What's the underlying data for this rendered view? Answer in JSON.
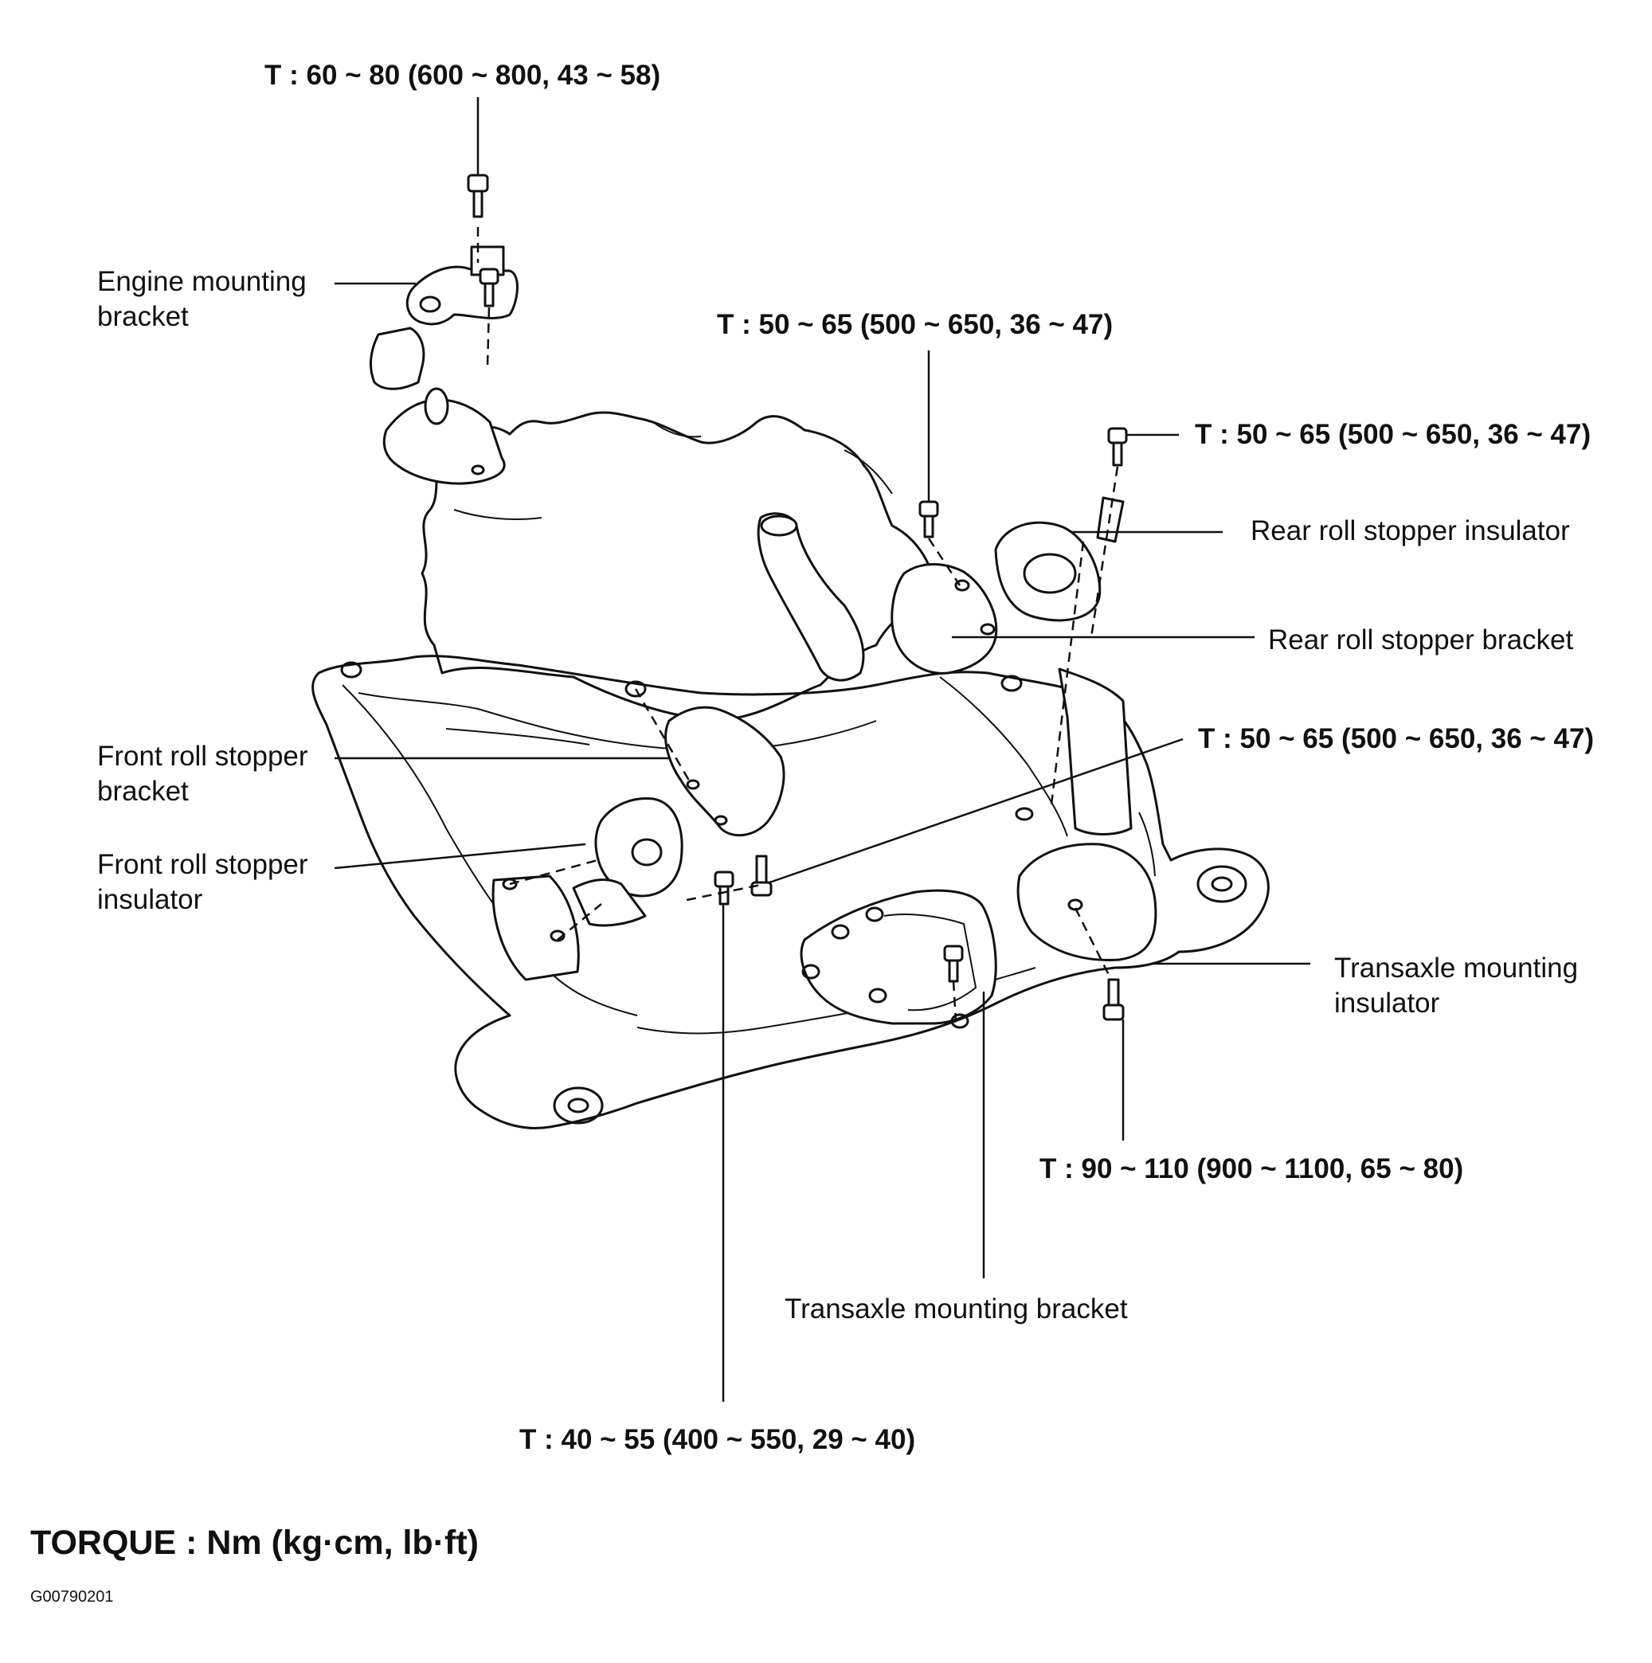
{
  "torque_specs": {
    "engine_mount_bolt": "T : 60 ~ 80 (600 ~ 800, 43 ~ 58)",
    "rear_roll_stopper_bracket_bolt": "T : 50 ~ 65 (500 ~ 650, 36 ~ 47)",
    "rear_roll_stopper_insulator_bolt": "T : 50 ~ 65 (500 ~ 650, 36 ~ 47)",
    "front_roll_stopper_bracket_bolt": "T : 50 ~ 65 (500 ~ 650, 36 ~ 47)",
    "transaxle_insulator_bolt": "T : 90 ~ 110 (900 ~ 1100, 65 ~ 80)",
    "front_roll_stopper_insulator_bolt": "T : 40 ~ 55 (400 ~ 550, 29 ~ 40)"
  },
  "parts": {
    "engine_mounting_bracket": [
      "Engine mounting",
      "bracket"
    ],
    "rear_roll_stopper_insulator": "Rear roll stopper insulator",
    "rear_roll_stopper_bracket": "Rear roll stopper bracket",
    "front_roll_stopper_bracket": [
      "Front roll stopper",
      "bracket"
    ],
    "front_roll_stopper_insulator": [
      "Front roll stopper",
      "insulator"
    ],
    "transaxle_mounting_insulator": [
      "Transaxle mounting",
      "insulator"
    ],
    "transaxle_mounting_bracket": "Transaxle mounting bracket"
  },
  "legend": "TORQUE : Nm (kg·cm, lb·ft)",
  "figure_id": "G00790201"
}
